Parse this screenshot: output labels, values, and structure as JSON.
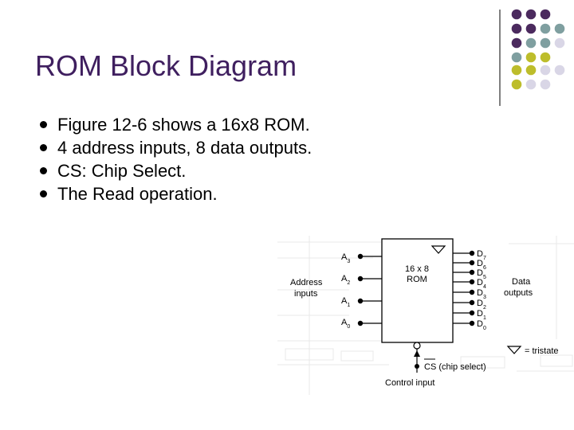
{
  "slide": {
    "title": "ROM Block Diagram",
    "bullets": [
      "Figure 12-6 shows a 16x8 ROM.",
      "4 address inputs, 8 data outputs.",
      "CS: Chip Select.",
      "The Read operation."
    ]
  },
  "diagram": {
    "rom_label_line1": "16 x 8",
    "rom_label_line2": "ROM",
    "address_group_line1": "Address",
    "address_group_line2": "inputs",
    "address_inputs": [
      {
        "base": "A",
        "sub": "3"
      },
      {
        "base": "A",
        "sub": "2"
      },
      {
        "base": "A",
        "sub": "1"
      },
      {
        "base": "A",
        "sub": "0"
      }
    ],
    "data_outputs": [
      {
        "base": "D",
        "sub": "7"
      },
      {
        "base": "D",
        "sub": "6"
      },
      {
        "base": "D",
        "sub": "5"
      },
      {
        "base": "D",
        "sub": "4"
      },
      {
        "base": "D",
        "sub": "3"
      },
      {
        "base": "D",
        "sub": "2"
      },
      {
        "base": "D",
        "sub": "1"
      },
      {
        "base": "D",
        "sub": "0"
      }
    ],
    "data_group_line1": "Data",
    "data_group_line2": "outputs",
    "cs_label": "CS",
    "cs_suffix": " (chip select)",
    "control_label": "Control input",
    "tristate_label": "= tristate"
  },
  "colors": {
    "title": "#3f1f5f",
    "purple": "#4b2a5e",
    "teal": "#7f9fa0",
    "olive": "#bdbd2b",
    "lavender": "#d9d6e6"
  },
  "decoration": "dot-grid-corner"
}
